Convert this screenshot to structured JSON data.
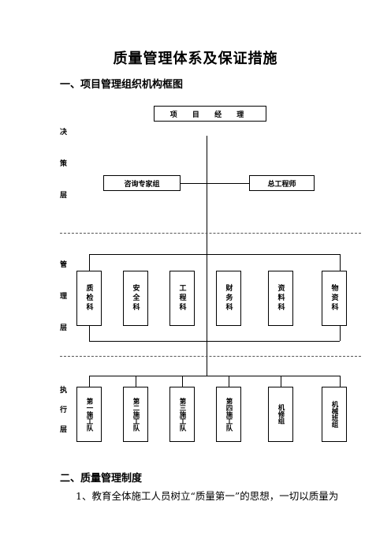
{
  "title": "质量管理体系及保证措施",
  "section1": "一、项目管理组织机构框图",
  "section2": "二、质量管理制度",
  "paragraph": "1、教育全体施工人员树立“质量第一”的思想，一切以质量为",
  "layers": {
    "decision": [
      "决",
      "策",
      "层"
    ],
    "management": [
      "管",
      "理",
      "层"
    ],
    "execution": [
      "执",
      "行",
      "层"
    ]
  },
  "top": "项 目 经 理",
  "mid": [
    "咨询专家组",
    "总工程师"
  ],
  "departments": [
    "质检科",
    "安全科",
    "工程科",
    "财务科",
    "资料科",
    "物资科"
  ],
  "teams": [
    "第一施工队",
    "第二施工队",
    "第三施工队",
    "第四施工队",
    "机修组",
    "机械班组"
  ]
}
